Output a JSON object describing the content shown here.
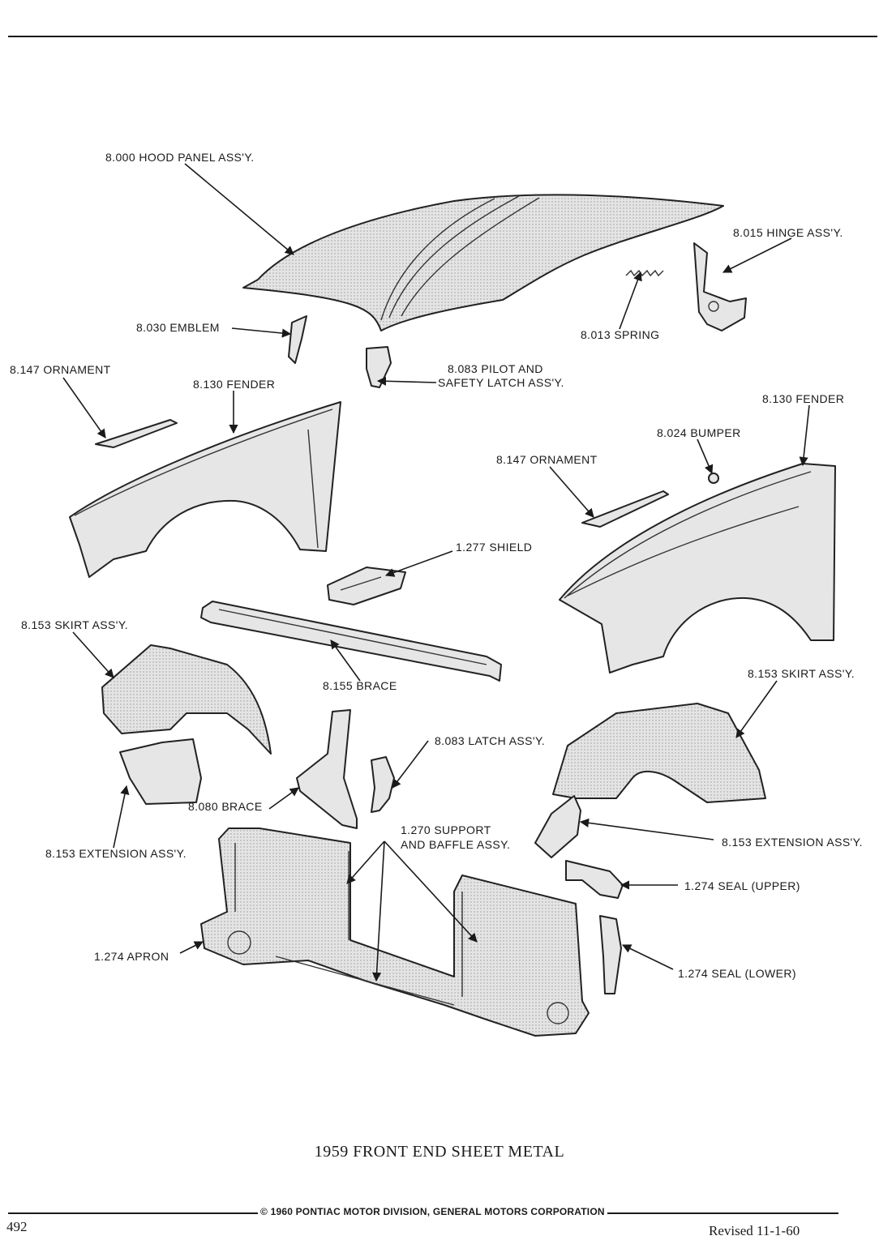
{
  "title": "1959 FRONT END SHEET METAL",
  "footer": {
    "copyright": "© 1960 PONTIAC MOTOR DIVISION, GENERAL MOTORS CORPORATION",
    "page_number": "492",
    "revised": "Revised 11-1-60"
  },
  "labels": {
    "hood_panel": "8.000 HOOD PANEL ASS'Y.",
    "hinge": "8.015 HINGE ASS'Y.",
    "emblem": "8.030 EMBLEM",
    "spring": "8.013 SPRING",
    "ornament_left": "8.147 ORNAMENT",
    "fender_left": "8.130 FENDER",
    "pilot_latch_1": "8.083 PILOT AND",
    "pilot_latch_2": "SAFETY LATCH ASS'Y.",
    "fender_right": "8.130 FENDER",
    "bumper": "8.024 BUMPER",
    "ornament_right": "8.147 ORNAMENT",
    "shield": "1.277 SHIELD",
    "skirt_left": "8.153 SKIRT ASS'Y.",
    "brace_155": "8.155 BRACE",
    "skirt_right": "8.153 SKIRT ASS'Y.",
    "latch": "8.083 LATCH ASS'Y.",
    "brace_080": "8.080 BRACE",
    "extension_left": "8.153 EXTENSION ASS'Y.",
    "support_1": "1.270 SUPPORT",
    "support_2": "AND BAFFLE ASSY.",
    "extension_right": "8.153 EXTENSION ASS'Y.",
    "seal_upper": "1.274 SEAL (UPPER)",
    "apron": "1.274 APRON",
    "seal_lower": "1.274 SEAL (LOWER)"
  }
}
